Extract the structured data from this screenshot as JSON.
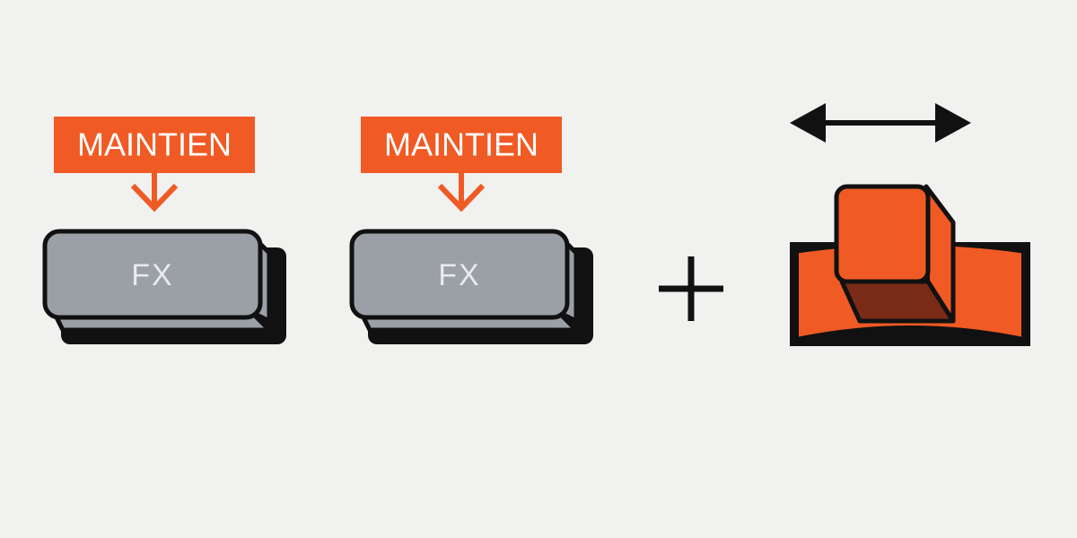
{
  "instruction": {
    "steps": [
      {
        "hold_label": "MAINTIEN",
        "key_label": "FX"
      },
      {
        "hold_label": "MAINTIEN",
        "key_label": "FX"
      }
    ],
    "combine_symbol": "+",
    "fader": {
      "direction_arrow": "left-right-double-arrow"
    }
  },
  "colors": {
    "background": "#f1f1f0",
    "accent_orange": "#f05a24",
    "accent_dark": "#7a2b17",
    "key_gray": "#9aa0a6",
    "key_text": "#e9eaeb",
    "outline": "#111111"
  }
}
